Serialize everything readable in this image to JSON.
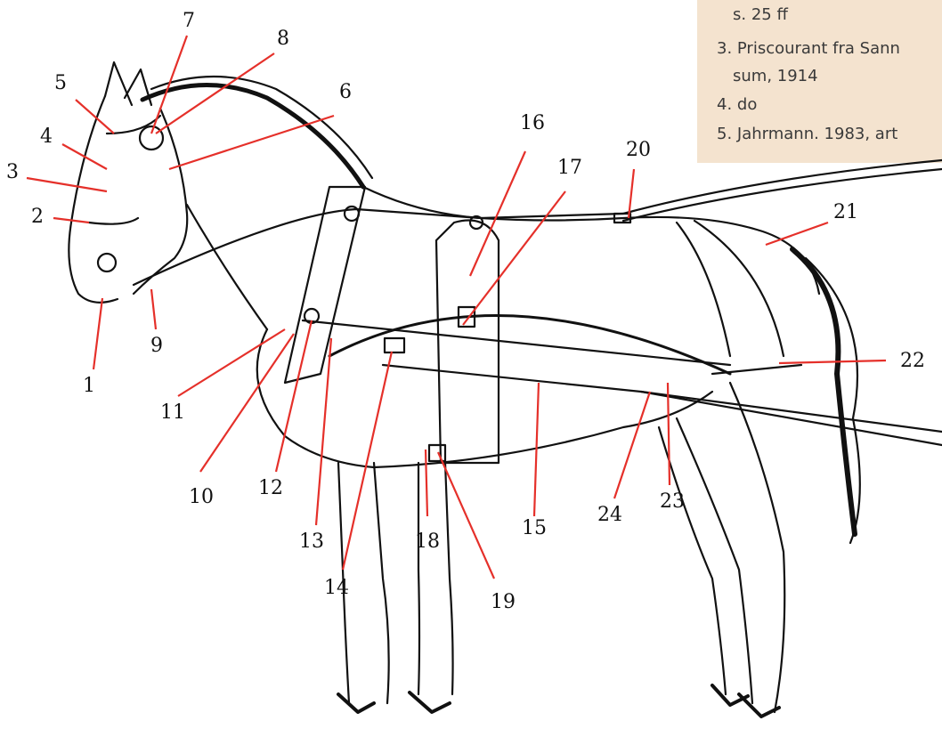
{
  "note": {
    "lines": [
      "s. 25 ff",
      "3. Priscourant fra Sann",
      "sum, 1914",
      "4. do",
      "5. Jahrmann. 1983, art"
    ]
  },
  "callouts": {
    "labels": [
      "1",
      "2",
      "3",
      "4",
      "5",
      "6",
      "7",
      "8",
      "9",
      "10",
      "11",
      "12",
      "13",
      "14",
      "15",
      "16",
      "17",
      "18",
      "19",
      "20",
      "21",
      "22",
      "23",
      "24"
    ],
    "leader_color": "#e5302a"
  },
  "colors": {
    "ink": "#111111",
    "leader": "#e5302a",
    "note_bg": "#f4e3cf"
  }
}
